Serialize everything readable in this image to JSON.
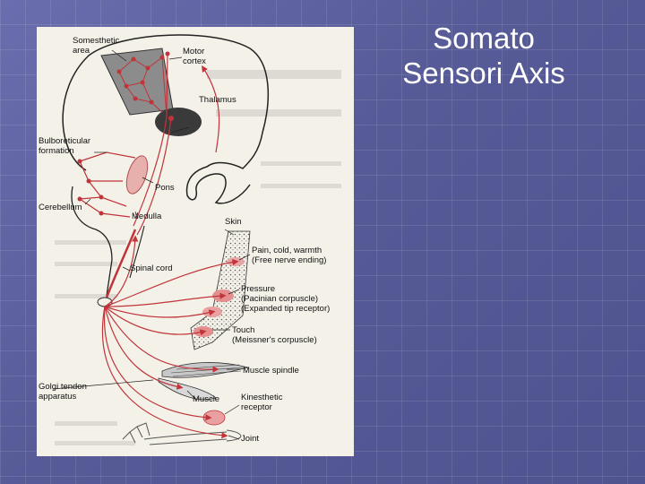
{
  "slide": {
    "title_lines": [
      "Somato",
      "Sensori Axis"
    ]
  },
  "diagram": {
    "labels": {
      "somesthetic_area": [
        "Somesthetic",
        "area"
      ],
      "motor_cortex": [
        "Motor",
        "cortex"
      ],
      "thalamus": "Thalamus",
      "bulboreticular_formation": [
        "Bulboreticular",
        "formation"
      ],
      "pons": "Pons",
      "cerebellum": "Cerebellum",
      "medulla": "Medulla",
      "skin": "Skin",
      "spinal_cord": "Spinal cord",
      "pain": [
        "Pain, cold, warmth",
        "(Free nerve ending)"
      ],
      "pressure": [
        "Pressure",
        "(Pacinian corpuscle)",
        "(Expanded tip receptor)"
      ],
      "touch": [
        "Touch",
        "(Meissner's corpuscle)"
      ],
      "muscle_spindle": "Muscle spindle",
      "golgi": [
        "Golgi tendon",
        "apparatus"
      ],
      "muscle": "Muscle",
      "kinesthetic": [
        "Kinesthetic",
        "receptor"
      ],
      "joint": "Joint"
    }
  }
}
